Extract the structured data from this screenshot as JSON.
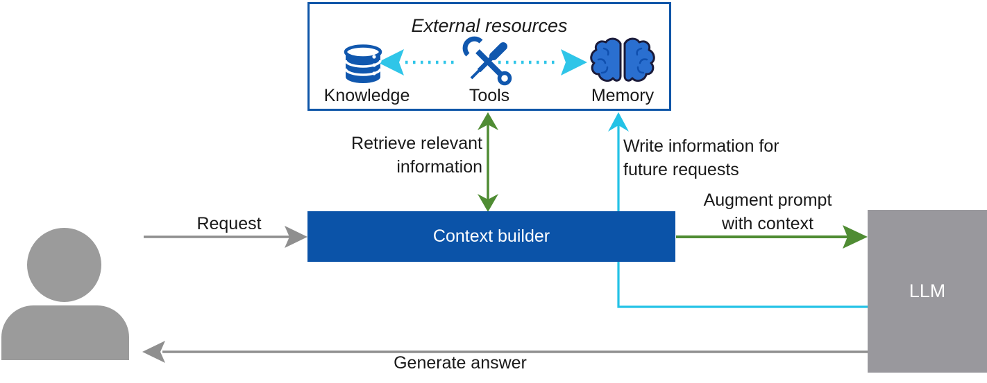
{
  "colors": {
    "primary_blue": "#0b53a8",
    "icon_blue": "#1057ae",
    "brain_fill": "#2a6fd0",
    "cyan": "#23c2e6",
    "green": "#4f8c33",
    "gray_node": "#99989d",
    "gray_arrow": "#8f8f8f",
    "text": "#1a1a1a"
  },
  "external_resources": {
    "title": "External resources",
    "items": [
      {
        "icon": "database-icon",
        "label": "Knowledge"
      },
      {
        "icon": "tools-icon",
        "label": "Tools"
      },
      {
        "icon": "brain-icon",
        "label": "Memory"
      }
    ]
  },
  "nodes": {
    "user": {
      "icon": "person-icon"
    },
    "context_builder": {
      "label": "Context builder"
    },
    "llm": {
      "label": "LLM"
    }
  },
  "edges": {
    "request": {
      "label": "Request",
      "from": "user",
      "to": "context_builder",
      "color": "#8f8f8f"
    },
    "retrieve": {
      "line1": "Retrieve relevant",
      "line2": "information",
      "from": "context_builder",
      "to": "external_resources",
      "direction": "both",
      "color": "#4f8c33"
    },
    "write": {
      "line1": "Write information for",
      "line2": "future requests",
      "from": "llm",
      "to": "memory",
      "color": "#23c2e6"
    },
    "augment": {
      "line1": "Augment prompt",
      "line2": "with context",
      "from": "context_builder",
      "to": "llm",
      "color": "#4f8c33"
    },
    "generate": {
      "label": "Generate answer",
      "from": "llm",
      "to": "user",
      "color": "#8f8f8f"
    },
    "tools_knowledge": {
      "style": "dotted",
      "from": "tools",
      "to": "knowledge",
      "color": "#2fc5e8"
    },
    "tools_memory": {
      "style": "dotted",
      "from": "tools",
      "to": "memory",
      "color": "#2fc5e8"
    }
  }
}
